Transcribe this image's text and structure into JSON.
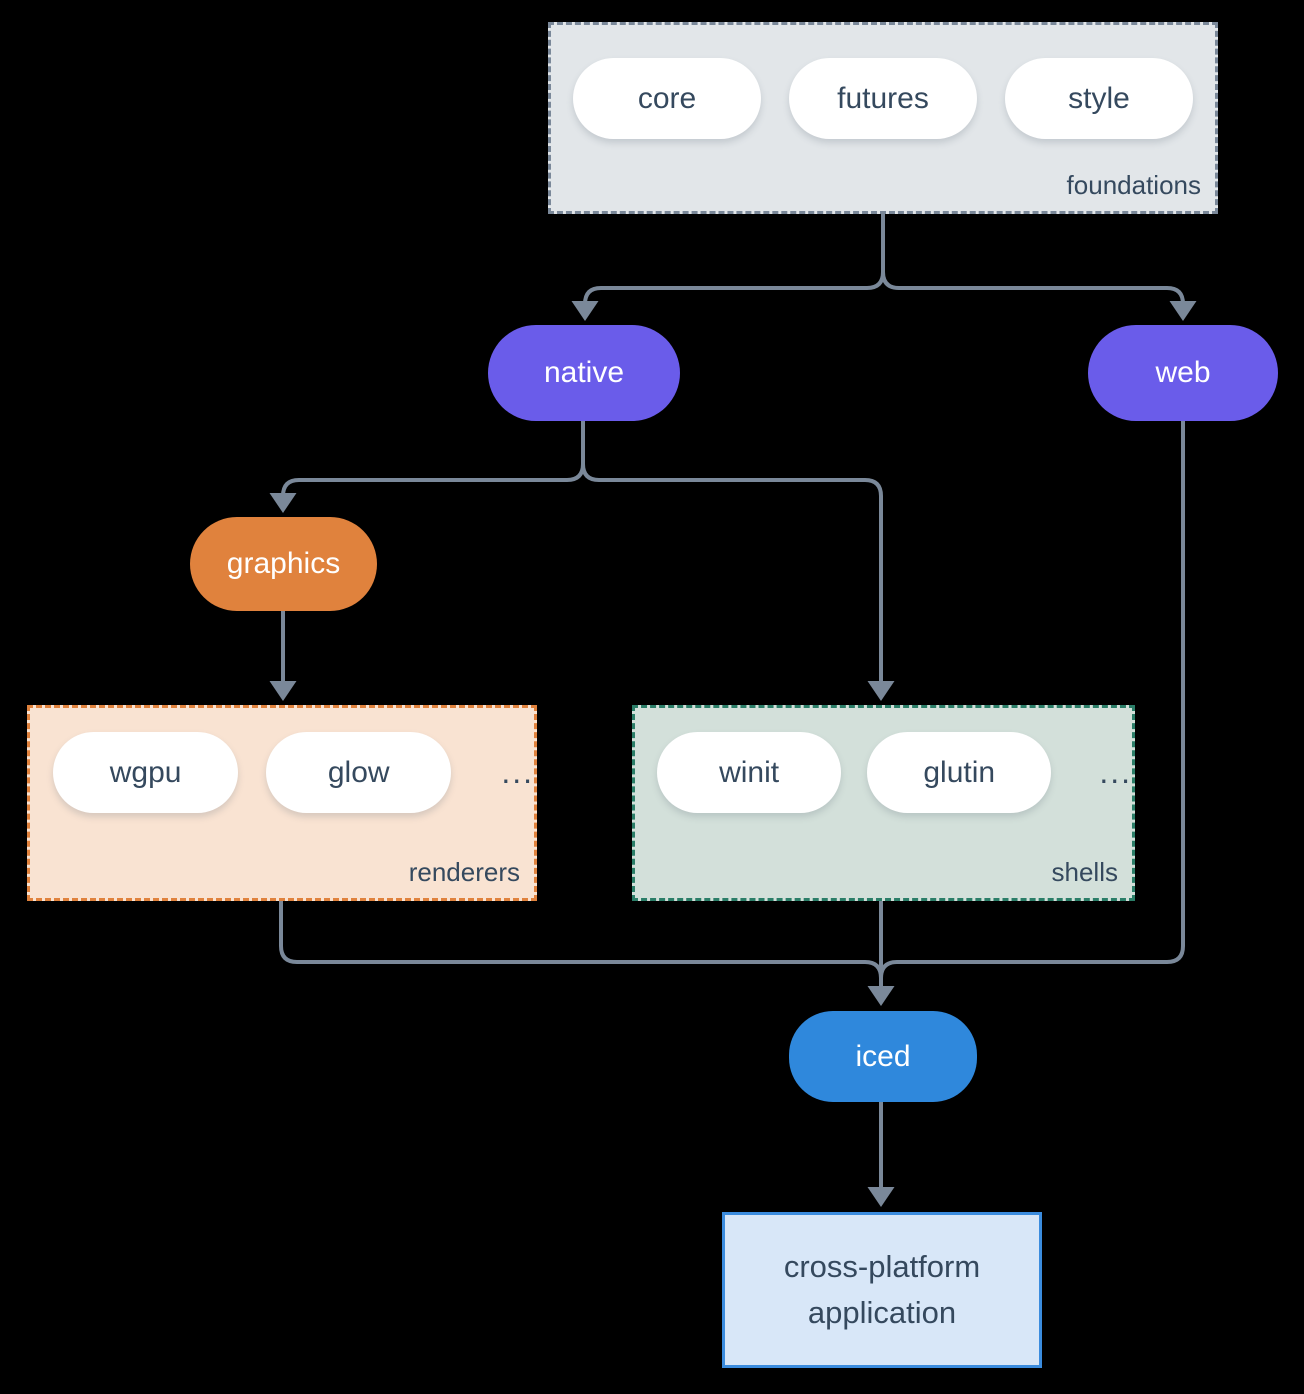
{
  "colors": {
    "background": "#000000",
    "connector": "#7A8899",
    "text_dark": "#35495E",
    "text_light": "#FFFFFF",
    "foundations_fill": "#E2E6E9",
    "foundations_border": "#7A8899",
    "renderers_fill": "#F9E3D2",
    "renderers_border": "#E0823D",
    "shells_fill": "#D3E0DA",
    "shells_border": "#2B7E68",
    "native_web_fill": "#6A5CEA",
    "graphics_fill": "#E0823D",
    "iced_fill": "#2F88DC",
    "application_fill": "#D8E7F8",
    "application_border": "#3B8CDE"
  },
  "groups": {
    "foundations": {
      "label": "foundations",
      "items": [
        "core",
        "futures",
        "style"
      ]
    },
    "renderers": {
      "label": "renderers",
      "items": [
        "wgpu",
        "glow"
      ],
      "ellipsis": "..."
    },
    "shells": {
      "label": "shells",
      "items": [
        "winit",
        "glutin"
      ],
      "ellipsis": "..."
    }
  },
  "nodes": {
    "native": {
      "label": "native"
    },
    "web": {
      "label": "web"
    },
    "graphics": {
      "label": "graphics"
    },
    "iced": {
      "label": "iced"
    },
    "application": {
      "label_line1": "cross-platform",
      "label_line2": "application"
    }
  },
  "edges": [
    {
      "from": "foundations",
      "to": "native"
    },
    {
      "from": "foundations",
      "to": "web"
    },
    {
      "from": "native",
      "to": "graphics"
    },
    {
      "from": "native",
      "to": "shells"
    },
    {
      "from": "graphics",
      "to": "renderers"
    },
    {
      "from": "renderers",
      "to": "iced"
    },
    {
      "from": "shells",
      "to": "iced"
    },
    {
      "from": "web",
      "to": "iced"
    },
    {
      "from": "iced",
      "to": "application"
    }
  ]
}
